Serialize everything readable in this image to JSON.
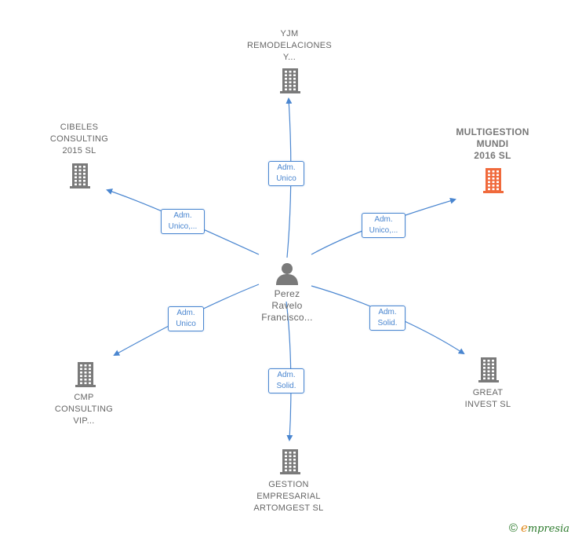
{
  "center": {
    "name_lines": [
      "Perez",
      "Ravelo",
      "Francisco..."
    ],
    "icon": "person-icon"
  },
  "colors": {
    "edge": "#4a86d0",
    "company_icon": "#7a7a7a",
    "highlight_icon": "#f06a3c",
    "person_icon": "#7a7a7a"
  },
  "nodes": [
    {
      "id": "yjm",
      "lines": [
        "YJM",
        "REMODELACIONES",
        "Y..."
      ],
      "icon": "building-icon",
      "highlight": false
    },
    {
      "id": "multigestion",
      "lines": [
        "MULTIGESTION",
        "MUNDI",
        "2016  SL"
      ],
      "icon": "building-icon",
      "highlight": true
    },
    {
      "id": "great",
      "lines": [
        "GREAT",
        "INVEST  SL"
      ],
      "icon": "building-icon",
      "highlight": false
    },
    {
      "id": "gestion",
      "lines": [
        "GESTION",
        "EMPRESARIAL",
        "ARTOMGEST SL"
      ],
      "icon": "building-icon",
      "highlight": false
    },
    {
      "id": "cmp",
      "lines": [
        "CMP",
        "CONSULTING",
        "VIP..."
      ],
      "icon": "building-icon",
      "highlight": false
    },
    {
      "id": "cibeles",
      "lines": [
        "CIBELES",
        "CONSULTING",
        "2015  SL"
      ],
      "icon": "building-icon",
      "highlight": false
    }
  ],
  "edges": [
    {
      "to": "yjm",
      "lines": [
        "Adm.",
        "Unico"
      ]
    },
    {
      "to": "multigestion",
      "lines": [
        "Adm.",
        "Unico,..."
      ]
    },
    {
      "to": "great",
      "lines": [
        "Adm.",
        "Solid."
      ]
    },
    {
      "to": "gestion",
      "lines": [
        "Adm.",
        "Solid."
      ]
    },
    {
      "to": "cmp",
      "lines": [
        "Adm.",
        "Unico"
      ]
    },
    {
      "to": "cibeles",
      "lines": [
        "Adm.",
        "Unico,..."
      ]
    }
  ],
  "footer": {
    "copyright": "©",
    "brand_initial": "e",
    "brand_rest": "mpresia"
  }
}
